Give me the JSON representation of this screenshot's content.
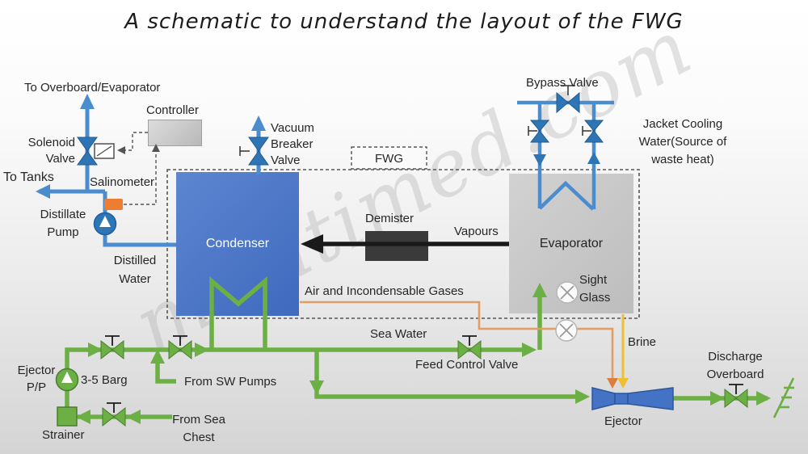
{
  "title": "A schematic to understand the layout of the FWG",
  "watermark": "maritimed.com",
  "colors": {
    "pipe_green": "#6caf45",
    "pipe_blue": "#4a8cce",
    "valve_blue": "#2e75b6",
    "condenser_blue": "#4472c4",
    "evaporator_gray": "#c8c8c8",
    "demister_dark": "#3a3a3a",
    "air_gas_orange": "#e39c64",
    "salinometer_orange": "#ed7d31",
    "brine_yellow": "#edbf33"
  },
  "labels": {
    "to_overboard": "To Overboard/Evaporator",
    "controller": "Controller",
    "solenoid_valve": "Solenoid\nValve",
    "to_tanks": "To Tanks",
    "salinometer": "Salinometer",
    "distillate_pump": "Distillate\nPump",
    "distilled_water": "Distilled\nWater",
    "vacuum_breaker_valve": "Vacuum\nBreaker\nValve",
    "fwg": "FWG",
    "condenser": "Condenser",
    "demister": "Demister",
    "vapours": "Vapours",
    "evaporator": "Evaporator",
    "bypass_valve": "Bypass Valve",
    "jacket_cooling_water": "Jacket Cooling\nWater(Source of\nwaste heat)",
    "sight_glass": "Sight\nGlass",
    "air_incondensable": "Air and Incondensable Gases",
    "sea_water": "Sea Water",
    "feed_control_valve": "Feed Control Valve",
    "brine": "Brine",
    "discharge_overboard": "Discharge\nOverboard",
    "from_sw_pumps": "From SW Pumps",
    "ejector_pp": "Ejector\nP/P",
    "pressure": "3-5 Barg",
    "from_sea_chest": "From Sea\nChest",
    "strainer": "Strainer",
    "ejector": "Ejector"
  }
}
